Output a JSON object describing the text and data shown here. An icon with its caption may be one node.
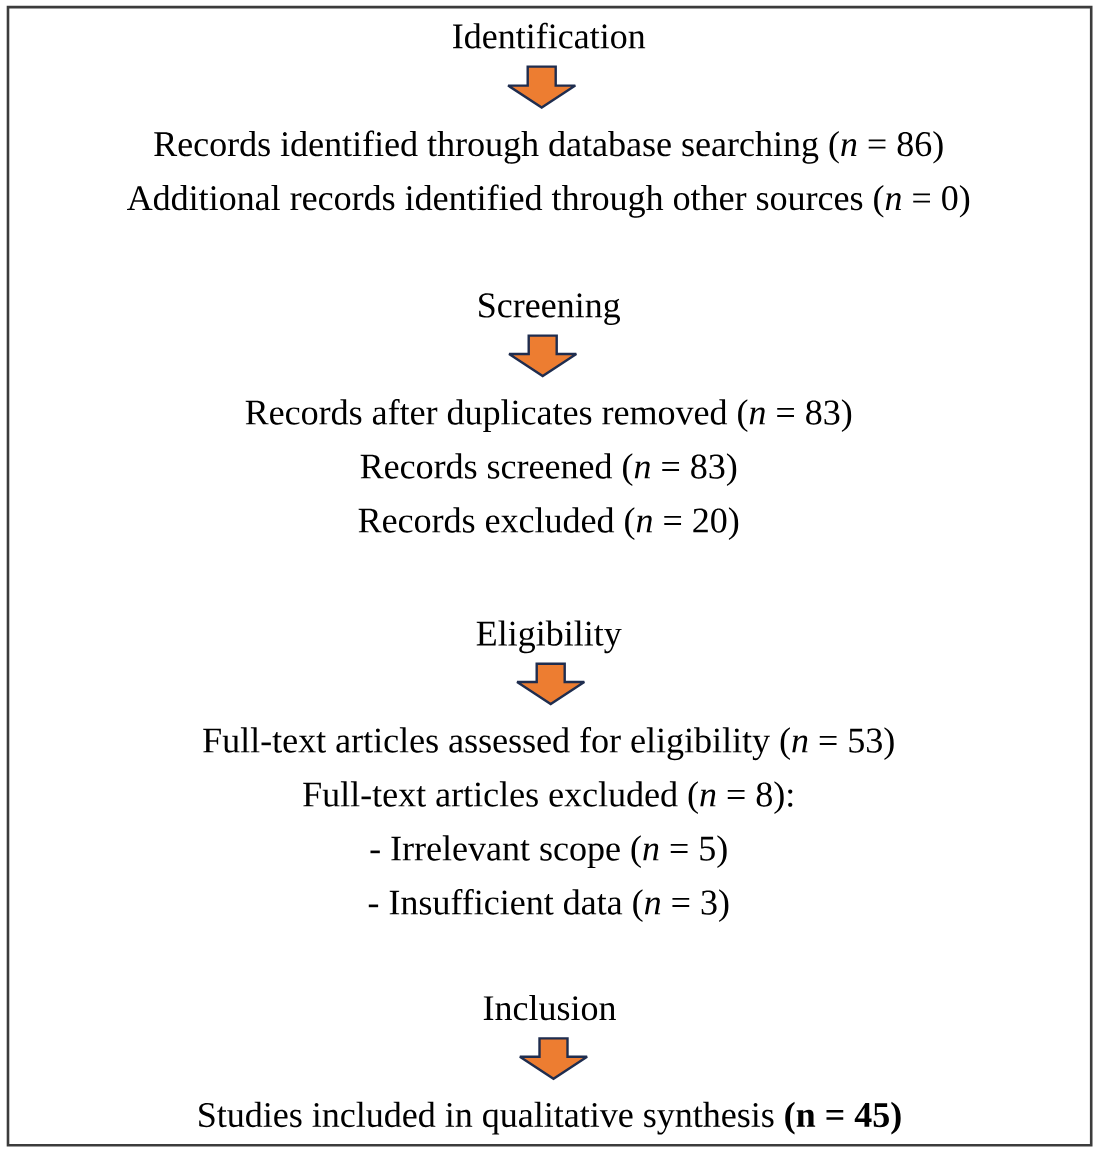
{
  "diagram": {
    "nodes": [
      {
        "text": [],
        "shape": "box"
      },
      {
        "text": [
          "Identification"
        ],
        "in": 0
      },
      {
        "text": [
          "Records identified through database searching (*n* = 86)",
          "Additional records identified through other sources (*n* = 0)"
        ],
        "in": 0
      },
      {
        "text": [
          "Screening"
        ],
        "in": 0
      },
      {
        "text": [
          "Records after duplicates removed (*n* = 83)",
          "Records screened (*n* = 83)",
          "Records excluded (*n* = 20)"
        ],
        "in": 0
      },
      {
        "text": [
          "Eligibility"
        ],
        "in": 0
      },
      {
        "text": [
          "Full-text articles assessed for eligibility (*n* = 53)",
          "Full-text articles excluded (*n* = 8):",
          "- Irrelevant scope (*n* = 5)",
          "- Insufficient data (*n* = 3)"
        ],
        "in": 0
      },
      {
        "text": [
          "Inclusion"
        ],
        "in": 0
      },
      {
        "text": [
          "Studies included in qualitative synthesis **(n = 45)**"
        ],
        "in": 0
      }
    ],
    "edges": [
      {
        "from": 1,
        "to": 2,
        "arrow": "to"
      },
      {
        "from": 3,
        "to": 4,
        "arrow": "to"
      },
      {
        "from": 5,
        "to": 6,
        "arrow": "to"
      },
      {
        "from": 7,
        "to": 8,
        "arrow": "to"
      }
    ]
  }
}
